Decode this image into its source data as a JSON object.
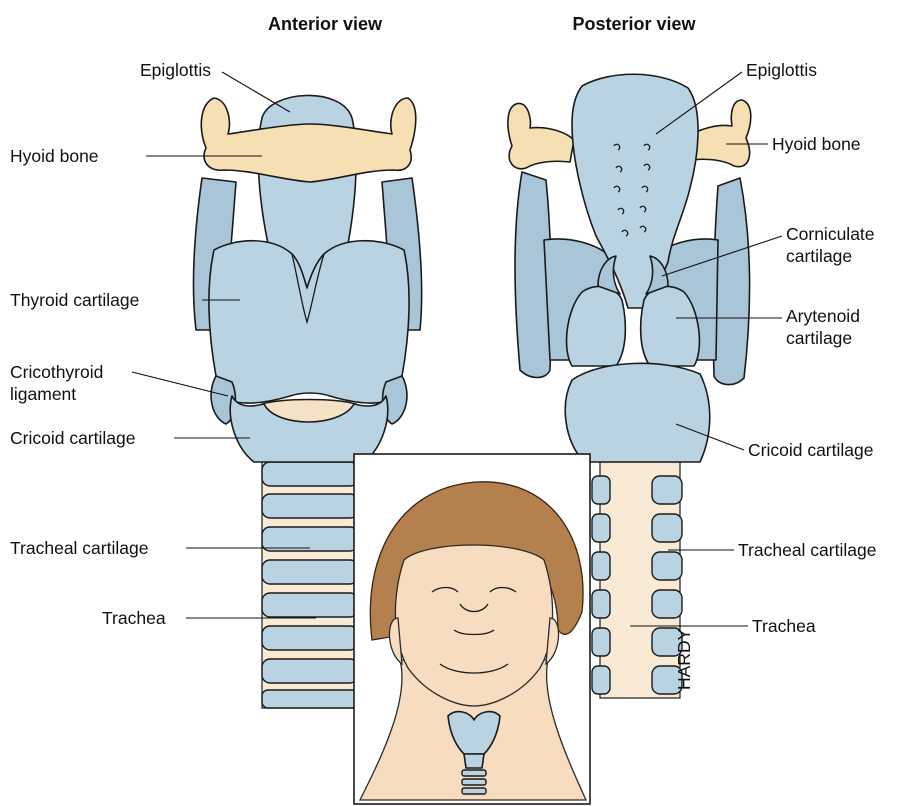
{
  "views": {
    "anterior": "Anterior view",
    "posterior": "Posterior view"
  },
  "labels": {
    "epiglottis": "Epiglottis",
    "hyoid_bone": "Hyoid bone",
    "thyroid_cartilage": "Thyroid cartilage",
    "cricothyroid_ligament_1": "Cricothyroid",
    "cricothyroid_ligament_2": "ligament",
    "cricoid_cartilage": "Cricoid cartilage",
    "tracheal_cartilage": "Tracheal cartilage",
    "trachea": "Trachea",
    "corniculate_1": "Corniculate",
    "corniculate_2": "cartilage",
    "arytenoid_1": "Arytenoid",
    "arytenoid_2": "cartilage"
  },
  "signature": "HARDY",
  "colors": {
    "cartilage": "#b9d3e3",
    "bone": "#f6dfb2",
    "skin": "#f7dcc0",
    "hair": "#b4804e"
  }
}
